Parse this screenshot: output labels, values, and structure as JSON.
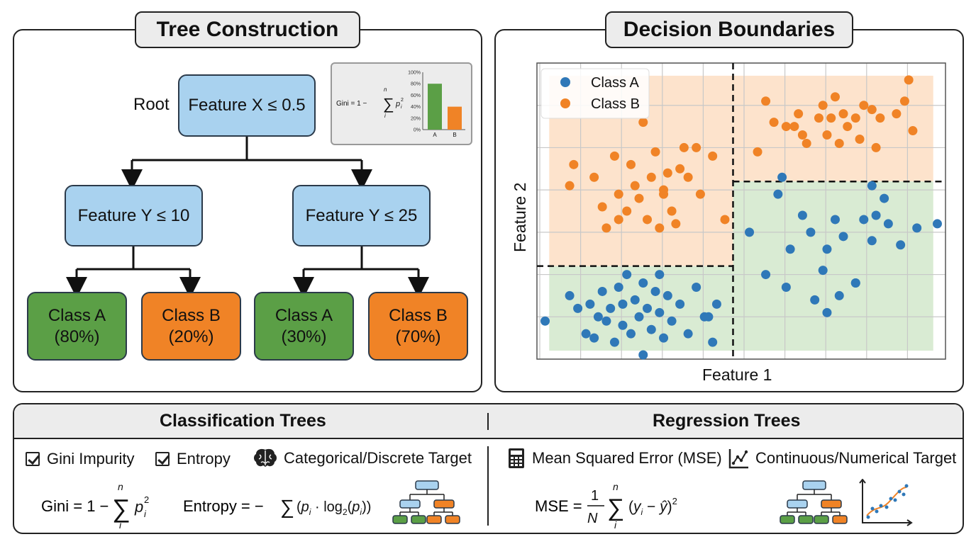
{
  "tree_panel": {
    "title": "Tree Construction",
    "root_label": "Root",
    "root_node": "Feature X ≤ 0.5",
    "left_node": "Feature Y ≤ 10",
    "right_node": "Feature Y ≤ 25",
    "leaves": [
      {
        "class": "Class A",
        "pct": "(80%)",
        "color": "#5b9f46"
      },
      {
        "class": "Class B",
        "pct": "(20%)",
        "color": "#f08326"
      },
      {
        "class": "Class A",
        "pct": "(30%)",
        "color": "#5b9f46"
      },
      {
        "class": "Class B",
        "pct": "(70%)",
        "color": "#f08326"
      }
    ],
    "inset": {
      "formula_prefix": "Gini = 1 −",
      "y_ticks": [
        "100%",
        "80%",
        "60%",
        "40%",
        "20%",
        "0%"
      ],
      "bars": [
        {
          "label": "A",
          "value": 80,
          "color": "#5b9f46"
        },
        {
          "label": "B",
          "value": 40,
          "color": "#f08326"
        }
      ]
    }
  },
  "boundary_panel": {
    "title": "Decision Boundaries",
    "xlabel": "Feature 1",
    "ylabel": "Feature 2",
    "legend": [
      {
        "name": "Class A",
        "color": "#2f78b8"
      },
      {
        "name": "Class B",
        "color": "#f08326"
      }
    ],
    "region_colors": {
      "orange": "#fde3cc",
      "green": "#d9ebd3"
    }
  },
  "bottom_panel": {
    "classification": {
      "title": "Classification Trees",
      "items": [
        "Gini Impurity",
        "Entropy",
        "Categorical/Discrete Target"
      ],
      "icons": [
        "checkbox-icon",
        "checkbox-icon",
        "brain-icon"
      ],
      "gini_prefix": "Gini = 1 −",
      "entropy_prefix": "Entropy = −"
    },
    "regression": {
      "title": "Regression Trees",
      "items": [
        "Mean Squared Error (MSE)",
        "Continuous/Numerical Target"
      ],
      "icons": [
        "calculator-icon",
        "trend-line-icon"
      ],
      "mse_prefix": "MSE ="
    }
  },
  "chart_data": {
    "type": "scatter",
    "xlabel": "Feature 1",
    "ylabel": "Feature 2",
    "xlim": [
      0,
      10
    ],
    "ylim": [
      0,
      7
    ],
    "grid": true,
    "legend_position": "top-left",
    "boundaries": {
      "x_split": 4.8,
      "y_split_left": 2.2,
      "y_split_right": 4.2
    },
    "series": [
      {
        "name": "Class A",
        "color": "#2f78b8",
        "points": [
          [
            0.2,
            0.9
          ],
          [
            0.8,
            1.5
          ],
          [
            1.0,
            1.2
          ],
          [
            1.2,
            0.6
          ],
          [
            1.3,
            1.3
          ],
          [
            1.4,
            0.5
          ],
          [
            1.5,
            1.0
          ],
          [
            1.6,
            1.6
          ],
          [
            1.7,
            0.9
          ],
          [
            1.8,
            1.2
          ],
          [
            1.9,
            0.4
          ],
          [
            2.0,
            1.7
          ],
          [
            2.1,
            1.3
          ],
          [
            2.1,
            0.8
          ],
          [
            2.2,
            2.0
          ],
          [
            2.3,
            0.6
          ],
          [
            2.4,
            1.4
          ],
          [
            2.5,
            1.0
          ],
          [
            2.6,
            1.8
          ],
          [
            2.7,
            1.2
          ],
          [
            2.8,
            0.7
          ],
          [
            2.9,
            1.6
          ],
          [
            3.0,
            1.1
          ],
          [
            3.1,
            0.5
          ],
          [
            3.2,
            1.5
          ],
          [
            3.3,
            0.9
          ],
          [
            3.5,
            1.3
          ],
          [
            3.7,
            0.6
          ],
          [
            3.9,
            1.7
          ],
          [
            4.1,
            1.0
          ],
          [
            4.3,
            0.4
          ],
          [
            4.4,
            1.3
          ],
          [
            3.0,
            2.0
          ],
          [
            2.6,
            0.1
          ],
          [
            4.2,
            1.0
          ],
          [
            5.2,
            3.0
          ],
          [
            5.6,
            2.0
          ],
          [
            5.9,
            3.9
          ],
          [
            6.1,
            1.7
          ],
          [
            6.2,
            2.6
          ],
          [
            6.5,
            3.4
          ],
          [
            6.7,
            3.0
          ],
          [
            6.8,
            1.4
          ],
          [
            7.0,
            2.1
          ],
          [
            7.1,
            2.6
          ],
          [
            7.3,
            3.3
          ],
          [
            7.4,
            1.5
          ],
          [
            7.5,
            2.9
          ],
          [
            7.8,
            1.8
          ],
          [
            8.0,
            3.3
          ],
          [
            8.2,
            2.8
          ],
          [
            8.3,
            3.4
          ],
          [
            8.5,
            3.8
          ],
          [
            8.6,
            3.2
          ],
          [
            8.9,
            2.7
          ],
          [
            9.3,
            3.1
          ],
          [
            9.8,
            3.2
          ],
          [
            6.0,
            4.3
          ],
          [
            8.2,
            4.1
          ],
          [
            7.1,
            1.1
          ],
          [
            7.8,
            1.8
          ]
        ]
      },
      {
        "name": "Class B",
        "color": "#f08326",
        "points": [
          [
            0.9,
            4.6
          ],
          [
            1.4,
            4.3
          ],
          [
            1.6,
            3.6
          ],
          [
            1.7,
            3.1
          ],
          [
            1.9,
            4.8
          ],
          [
            2.0,
            3.9
          ],
          [
            2.2,
            3.5
          ],
          [
            2.3,
            4.6
          ],
          [
            2.4,
            4.1
          ],
          [
            2.5,
            3.8
          ],
          [
            2.6,
            5.6
          ],
          [
            2.7,
            3.3
          ],
          [
            2.8,
            4.3
          ],
          [
            2.9,
            4.9
          ],
          [
            3.0,
            3.1
          ],
          [
            3.1,
            3.9
          ],
          [
            3.2,
            4.4
          ],
          [
            3.3,
            3.5
          ],
          [
            3.4,
            3.2
          ],
          [
            3.5,
            4.5
          ],
          [
            3.6,
            5.0
          ],
          [
            3.7,
            4.3
          ],
          [
            3.9,
            5.0
          ],
          [
            4.0,
            3.9
          ],
          [
            4.3,
            4.8
          ],
          [
            4.6,
            3.3
          ],
          [
            0.8,
            4.1
          ],
          [
            2.0,
            3.3
          ],
          [
            3.1,
            4.0
          ],
          [
            5.4,
            4.9
          ],
          [
            5.6,
            6.1
          ],
          [
            5.8,
            5.6
          ],
          [
            6.3,
            5.5
          ],
          [
            6.4,
            5.8
          ],
          [
            6.5,
            5.3
          ],
          [
            6.6,
            5.1
          ],
          [
            6.9,
            5.7
          ],
          [
            7.0,
            6.0
          ],
          [
            7.1,
            5.3
          ],
          [
            7.2,
            5.7
          ],
          [
            7.3,
            6.2
          ],
          [
            7.4,
            5.1
          ],
          [
            7.5,
            5.8
          ],
          [
            7.6,
            5.5
          ],
          [
            7.8,
            5.7
          ],
          [
            7.9,
            5.2
          ],
          [
            8.0,
            6.0
          ],
          [
            8.3,
            5.0
          ],
          [
            8.4,
            5.7
          ],
          [
            8.8,
            5.8
          ],
          [
            9.0,
            6.1
          ],
          [
            9.2,
            5.4
          ],
          [
            9.1,
            6.6
          ],
          [
            6.1,
            5.5
          ],
          [
            8.2,
            5.9
          ]
        ]
      }
    ]
  }
}
